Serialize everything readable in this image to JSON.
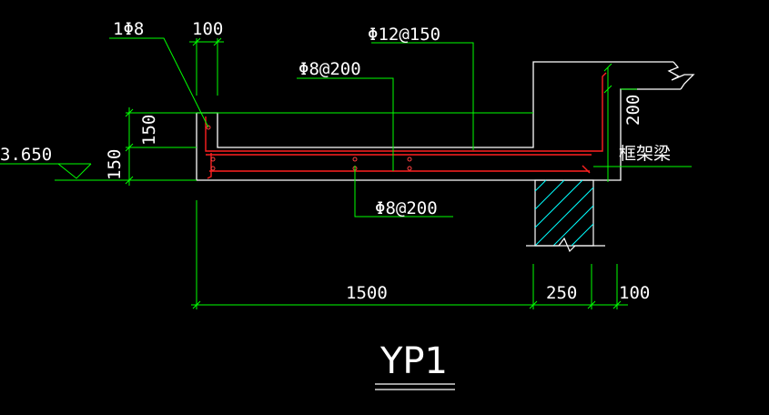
{
  "drawing": {
    "title": "YP1",
    "colors": {
      "background": "#000000",
      "outline": "#ffffff",
      "leader": "#00ff00",
      "rebar": "#ff2020",
      "hatch": "#00ffff"
    },
    "labels": {
      "top_rebar": "1Φ8",
      "width_100_top": "100",
      "upper_distribution": "Φ8@200",
      "main_rebar": "Φ12@150",
      "lower_distribution": "Φ8@200",
      "elevation": "3.650",
      "thickness_150_upper": "150",
      "thickness_150_lower": "150",
      "beam_height_200": "200",
      "beam_label": "框架梁",
      "span_1500": "1500",
      "beam_width_250": "250",
      "edge_100": "100"
    }
  }
}
